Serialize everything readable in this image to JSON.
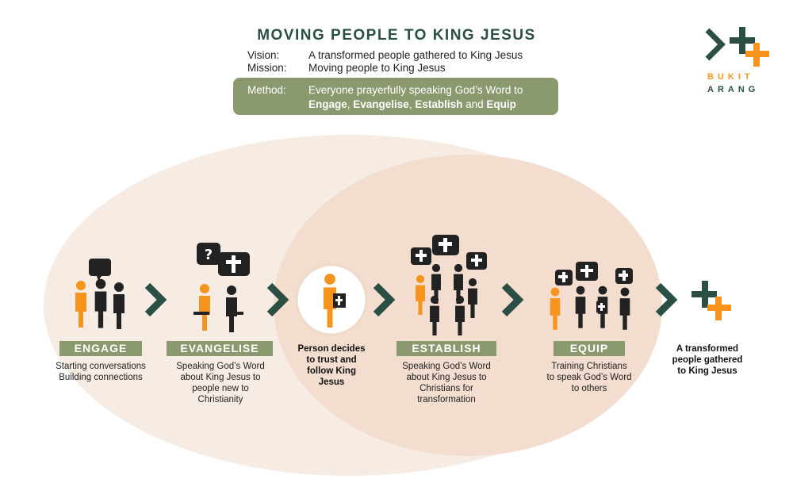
{
  "header": {
    "title": "MOVING PEOPLE TO KING JESUS",
    "vision_label": "Vision:",
    "vision_text": "A transformed people gathered to King Jesus",
    "mission_label": "Mission:",
    "mission_text": "Moving people to King Jesus",
    "method_label": "Method:",
    "method_line1": "Everyone prayerfully speaking God’s Word to",
    "method_w1": "Engage",
    "method_sep1": ", ",
    "method_w2": "Evangelise",
    "method_sep2": ", ",
    "method_w3": "Establish",
    "method_sep3": " and ",
    "method_w4": "Equip"
  },
  "logo": {
    "line1": "BUKIT",
    "line2": "ARANG"
  },
  "stages": [
    {
      "tag": "ENGAGE",
      "desc1": "Starting conversations",
      "desc2": "Building connections"
    },
    {
      "tag": "EVANGELISE",
      "desc1": "Speaking God’s Word",
      "desc2": "about King Jesus to",
      "desc3": "people new to",
      "desc4": "Christianity"
    },
    {
      "bold1": "Person decides",
      "bold2": "to trust and",
      "bold3": "follow King",
      "bold4": "Jesus"
    },
    {
      "tag": "ESTABLISH",
      "desc1": "Speaking God’s Word",
      "desc2": "about King Jesus to",
      "desc3": "Christians for",
      "desc4": "transformation"
    },
    {
      "tag": "EQUIP",
      "desc1": "Training Christians",
      "desc2": "to speak God’s Word",
      "desc3": "to others"
    },
    {
      "bold1": "A transformed",
      "bold2": "people gathered",
      "bold3": "to King Jesus"
    }
  ],
  "colors": {
    "dark_green": "#2b4f45",
    "orange": "#f7941d",
    "olive": "#8a9a6e",
    "ellipse": "#f6ebe2",
    "ellipse_inner": "#f1ddd0"
  },
  "icons": [
    "chevron-right-icon",
    "cross-icon",
    "question-icon",
    "person-icon",
    "bible-icon"
  ]
}
